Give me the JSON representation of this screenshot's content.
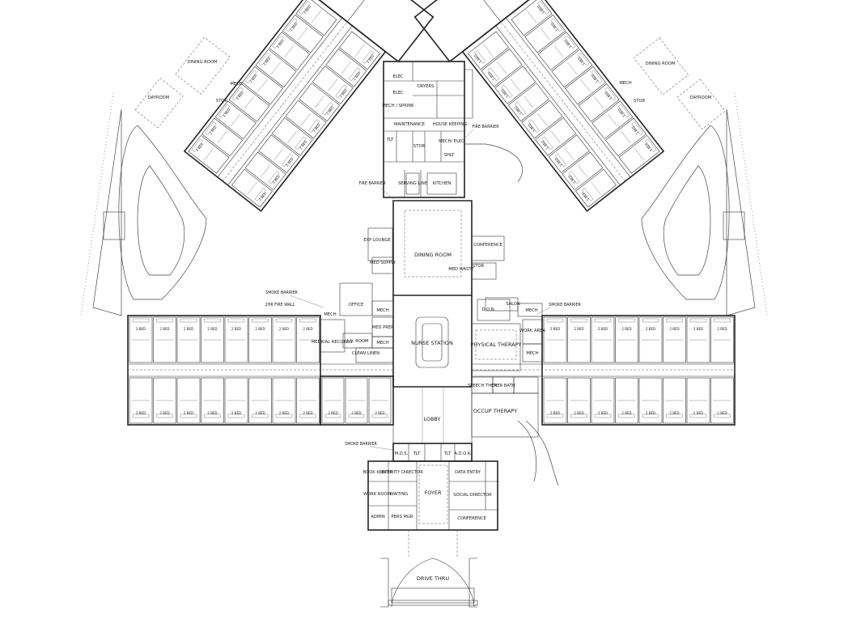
{
  "core": {
    "dining_room": "DINING ROOM",
    "nurse_station": "NURSE STATION",
    "lobby": "LOBBY",
    "foyer": "FOYER",
    "drive_thru": "DRIVE THRU",
    "physical_therapy": "PHYSICAL THERAPY",
    "occup_therapy": "OCCUP THERAPY",
    "conference": "CONFERENCE",
    "conference_east": "CONFERENCE",
    "office": "OFFICE",
    "medical_records": "MEDICAL RECORDS",
    "lv_room": "L.V. ROOM",
    "med_supply": "MED SUPPLY",
    "exp_lounge": "EXP LOUNGE",
    "maintenance": "MAINTENANCE",
    "dryers": "DRYERS",
    "housekeeping": "HOUSE KEEPING",
    "salon": "SALON",
    "don": "D.O.N.",
    "ador": "A.D.O.R.",
    "mds": "M.D.S.",
    "bookkeeper": "BOOK KEEPER",
    "activity_director": "ACTIVITY DIRECTOR",
    "data_entry": "DATA ENTRY",
    "social_director": "SOCIAL DIRECTOR",
    "waiting": "WAITING",
    "admin": "ADMIN",
    "pers_mgr": "PERS MGR",
    "work_room": "WORK ROOM",
    "speech_ther": "SPEECH THER",
    "ther_bath": "THER BATH",
    "med_prep": "MED PREP",
    "clean_linen": "CLEAN LINEN",
    "work_area": "WORK AREA",
    "med_waste": "MED WASTE",
    "mech": "MECH",
    "stor": "STOR",
    "elec": "ELEC",
    "tlt": "TLT",
    "shelf": "SHLT",
    "mech_sprink": "MECH / SPRINK",
    "mech_elec": "MECH/ ELEC",
    "kitchen": "KITCHEN",
    "serving_line": "SERVING LINE",
    "dining_room_nw": "DINING ROOM",
    "dining_room_ne": "DINING ROOM",
    "dayroom_nw": "DAYROOM",
    "dayroom_ne": "DAYROOM"
  },
  "notes": {
    "fire_barrier_w": "FIRE BARRIER",
    "fire_barrier_e": "FIRE BARRIER",
    "smoke_barrier_w": "SMOKE BARRIER",
    "two_hr_fire_wall": "2HR FIRE WALL",
    "smoke_barrier_e": "SMOKE BARRIER",
    "smoke_barrier_s": "SMOKE BARRIER"
  },
  "bed_label": "2 BED",
  "one_bed_label": "1 BED"
}
